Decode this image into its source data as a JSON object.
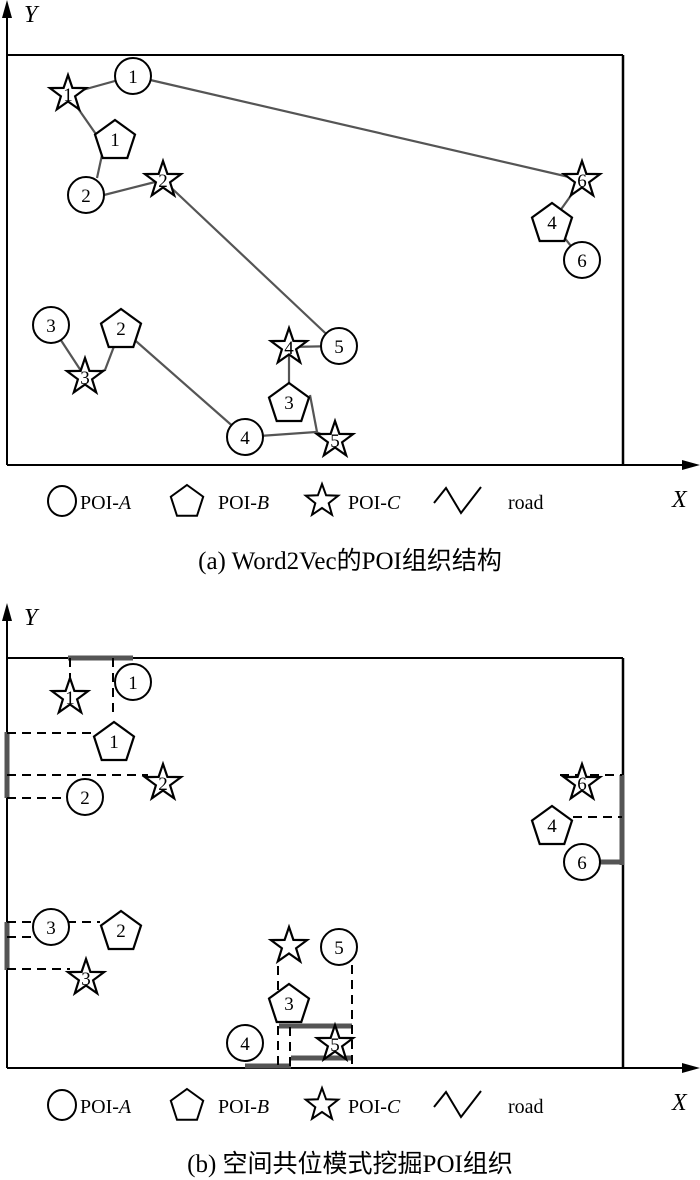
{
  "panels": [
    {
      "id": "a",
      "caption": "(a) Word2Vec的POI组织结构",
      "axis_x": "X",
      "axis_y": "Y",
      "legend": [
        {
          "shape": "circle",
          "label": "POI-",
          "suffix": "A"
        },
        {
          "shape": "pentagon",
          "label": "POI-",
          "suffix": "B"
        },
        {
          "shape": "star",
          "label": "POI-",
          "suffix": "C"
        },
        {
          "shape": "road",
          "label": "road",
          "suffix": ""
        }
      ],
      "pois": [
        {
          "type": "star",
          "num": "1"
        },
        {
          "type": "circle",
          "num": "1"
        },
        {
          "type": "pentagon",
          "num": "1"
        },
        {
          "type": "circle",
          "num": "2"
        },
        {
          "type": "star",
          "num": "2"
        },
        {
          "type": "star",
          "num": "6"
        },
        {
          "type": "pentagon",
          "num": "4"
        },
        {
          "type": "circle",
          "num": "6"
        },
        {
          "type": "circle",
          "num": "3"
        },
        {
          "type": "pentagon",
          "num": "2"
        },
        {
          "type": "star",
          "num": "3"
        },
        {
          "type": "star",
          "num": "4"
        },
        {
          "type": "circle",
          "num": "5"
        },
        {
          "type": "pentagon",
          "num": "3"
        },
        {
          "type": "circle",
          "num": "4"
        },
        {
          "type": "star",
          "num": "5"
        }
      ]
    },
    {
      "id": "b",
      "caption": "(b) 空间共位模式挖掘POI组织",
      "axis_x": "X",
      "axis_y": "Y",
      "legend": [
        {
          "shape": "circle",
          "label": "POI-",
          "suffix": "A"
        },
        {
          "shape": "pentagon",
          "label": "POI-",
          "suffix": "B"
        },
        {
          "shape": "star",
          "label": "POI-",
          "suffix": "C"
        },
        {
          "shape": "road",
          "label": "road",
          "suffix": ""
        }
      ],
      "pois": [
        {
          "type": "star",
          "num": "1"
        },
        {
          "type": "circle",
          "num": "1"
        },
        {
          "type": "pentagon",
          "num": "1"
        },
        {
          "type": "star",
          "num": "2"
        },
        {
          "type": "circle",
          "num": "2"
        },
        {
          "type": "star",
          "num": "6"
        },
        {
          "type": "pentagon",
          "num": "4"
        },
        {
          "type": "circle",
          "num": "6"
        },
        {
          "type": "circle",
          "num": "3"
        },
        {
          "type": "pentagon",
          "num": "2"
        },
        {
          "type": "star",
          "num": "3"
        },
        {
          "type": "star",
          "num": ""
        },
        {
          "type": "circle",
          "num": "5"
        },
        {
          "type": "pentagon",
          "num": "3"
        },
        {
          "type": "circle",
          "num": "4"
        },
        {
          "type": "star",
          "num": "5"
        }
      ]
    }
  ],
  "colors": {
    "road": "#555555",
    "outline": "#000000"
  }
}
